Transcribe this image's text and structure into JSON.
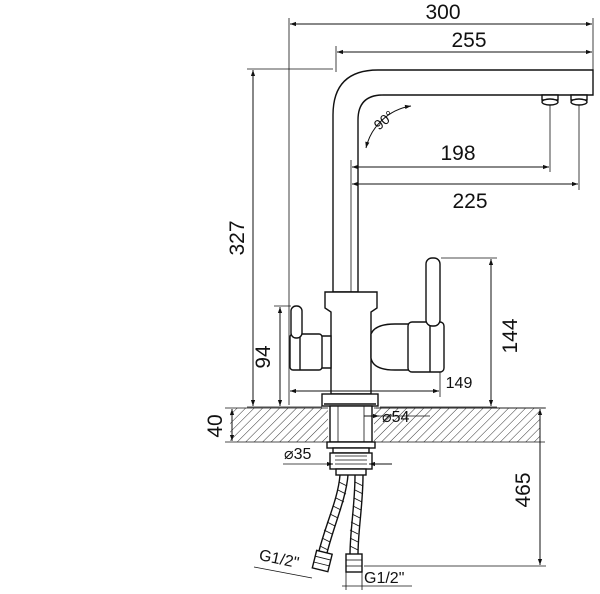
{
  "dimensions": {
    "d300": "300",
    "d255": "255",
    "d198": "198",
    "d225": "225",
    "d327": "327",
    "d144": "144",
    "d94": "94",
    "d149": "149",
    "d40": "40",
    "d465": "465",
    "angle": "90°",
    "dia54": "⌀54",
    "dia35": "⌀35",
    "thread_left": "G1/2\"",
    "thread_right": "G1/2\""
  },
  "colors": {
    "line": "#111111",
    "hatch": "#333333",
    "background": "#ffffff"
  }
}
